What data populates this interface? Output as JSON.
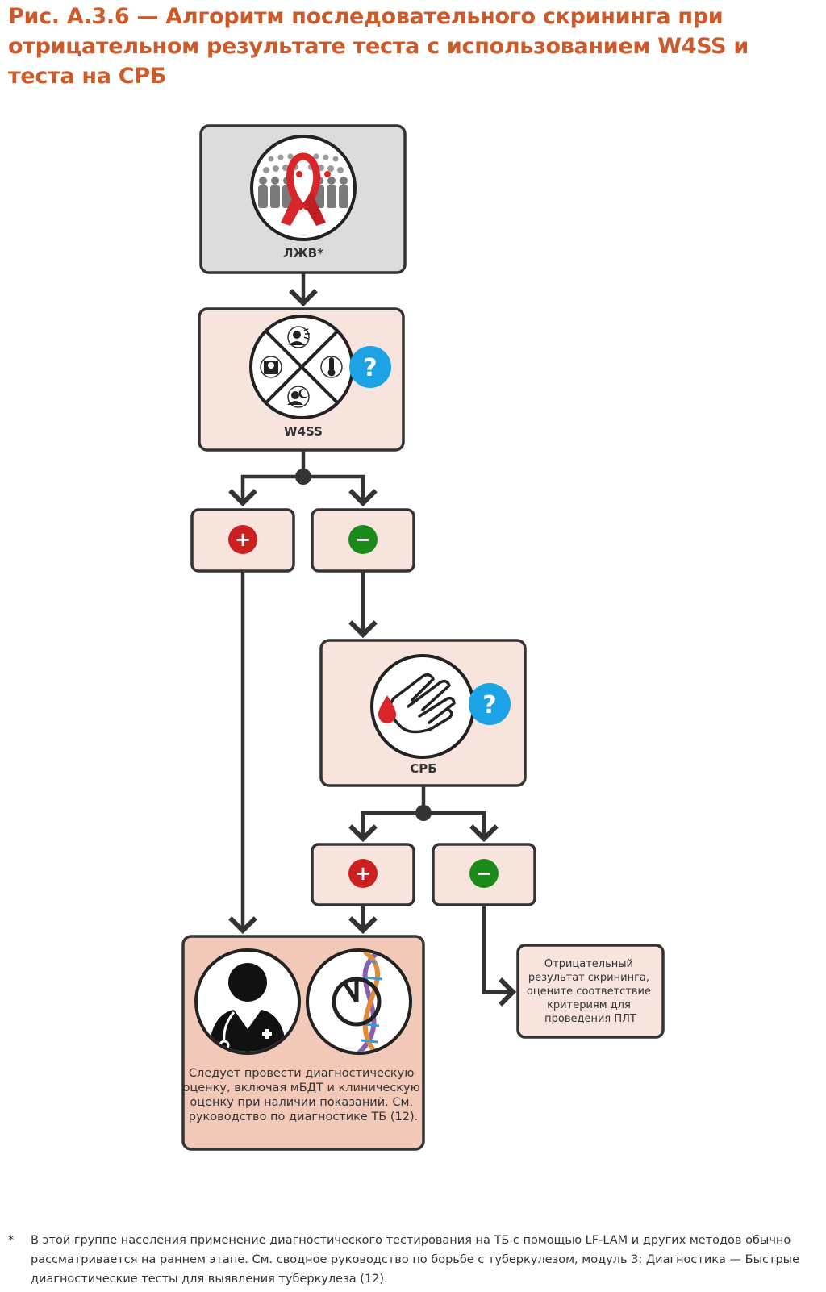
{
  "title": "Рис. А.3.6 — Алгоритм последовательного скрининга при отрицательном результате теста с использованием W4SS и теста на СРБ",
  "nodes": {
    "plhiv": {
      "label": "ЛЖВ*"
    },
    "w4ss": {
      "label": "W4SS",
      "question": "?"
    },
    "crp": {
      "label": "СРБ",
      "question": "?"
    },
    "diagnostic": {
      "lines": [
        "Следует провести диагностическую",
        "оценку, включая мБДТ и клиническую",
        "оценку при наличии показаний. См.",
        "руководство по диагностике ТБ (12)."
      ]
    },
    "negative": {
      "lines": [
        "Отрицательный",
        "результат скрининга,",
        "оцените соответствие",
        "критериям для",
        "проведения ПЛТ"
      ]
    }
  },
  "results": {
    "positive_symbol": "+",
    "negative_symbol": "−"
  },
  "colors": {
    "title": "#cc5a2a",
    "box_fill": "#f7e4dc",
    "top_box_fill": "#dcdcdc",
    "border": "#333333",
    "positive": "#cc1f1f",
    "negative": "#1a8a1a",
    "question": "#1ca3e6",
    "ribbon": "#d8262b"
  },
  "footnote": {
    "mark": "*",
    "text": "В этой группе населения применение диагностического тестирования на ТБ с помощью LF-LAM и других методов обычно рассматривается на раннем этапе. См. сводное руководство по борьбе с туберкулезом, модуль 3: Диагностика — Быстрые диагностические тесты для выявления туберкулеза (12)."
  }
}
